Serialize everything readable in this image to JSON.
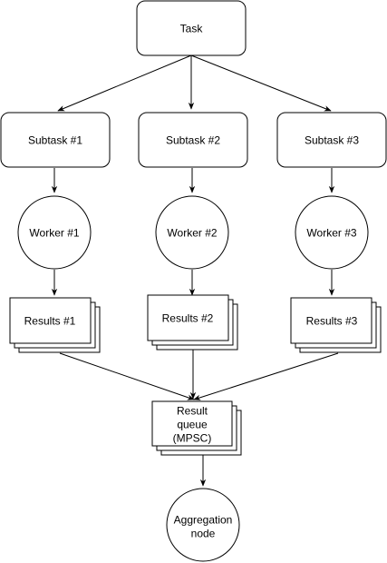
{
  "task": "Task",
  "subtasks": [
    "Subtask #1",
    "Subtask #2",
    "Subtask #3"
  ],
  "workers": [
    "Worker #1",
    "Worker #2",
    "Worker #3"
  ],
  "results": [
    "Results #1",
    "Results #2",
    "Results #3"
  ],
  "queue": {
    "line1": "Result",
    "line2": "queue",
    "line3": "(MPSC)"
  },
  "aggregation": {
    "line1": "Aggregation",
    "line2": "node"
  },
  "colors": {
    "stroke": "#000000",
    "fill": "#ffffff"
  }
}
